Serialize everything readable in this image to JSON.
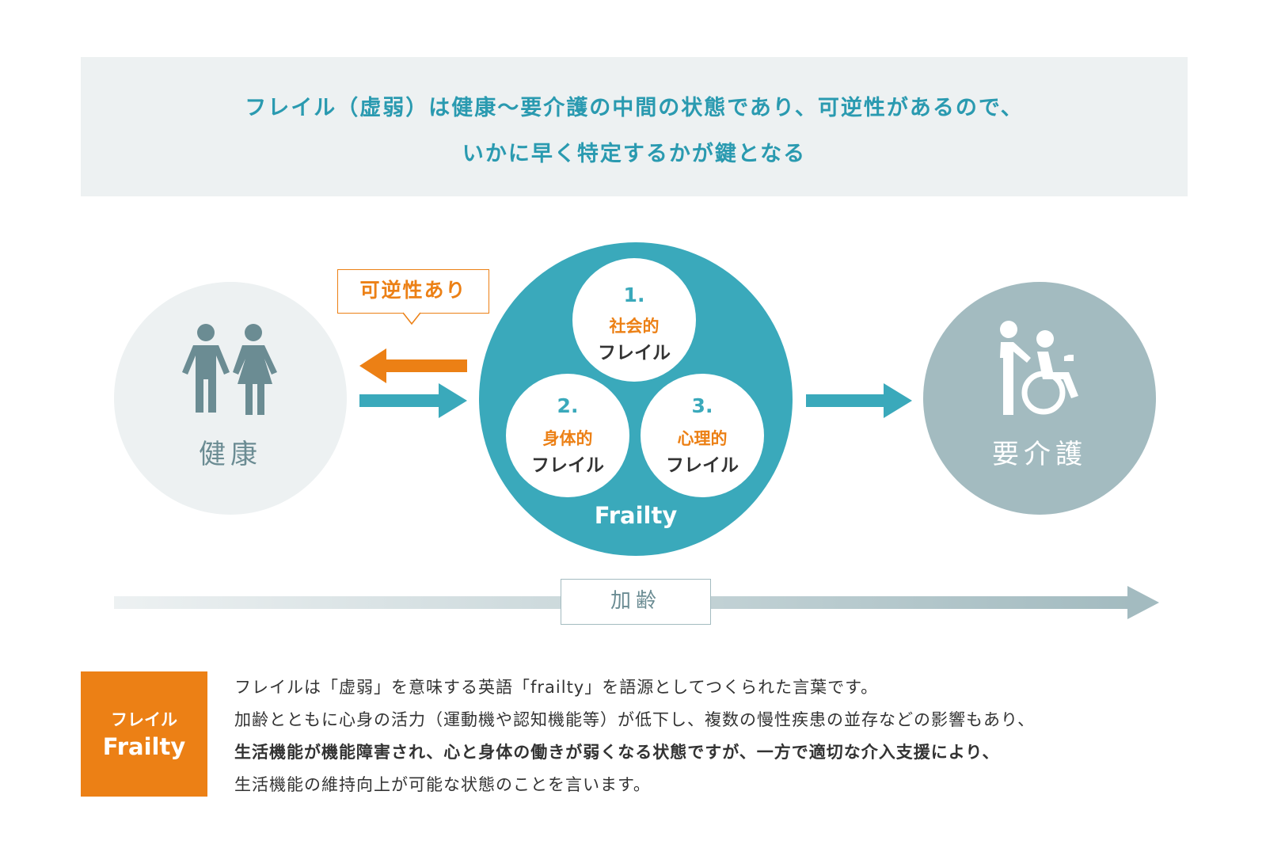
{
  "banner": {
    "line1": "フレイル（虚弱）は健康〜要介護の中間の状態であり、可逆性があるので、",
    "line2": "いかに早く特定するかが鍵となる"
  },
  "diagram": {
    "health_label": "健康",
    "care_label": "要介護",
    "reversible_label": "可逆性あり",
    "frailty_label": "Frailty",
    "sub_circles": [
      {
        "number": "1.",
        "type": "社会的",
        "label": "フレイル"
      },
      {
        "number": "2.",
        "type": "身体的",
        "label": "フレイル"
      },
      {
        "number": "3.",
        "type": "心理的",
        "label": "フレイル"
      }
    ],
    "aging_label": "加齢"
  },
  "definition": {
    "badge_ja": "フレイル",
    "badge_en": "Frailty",
    "lines": [
      "フレイルは「虚弱」を意味する英語「frailty」を語源としてつくられた言葉です。",
      "加齢とともに心身の活力（運動機や認知機能等）が低下し、複数の慢性疾患の並存などの影響もあり、",
      "生活機能が機能障害され、心と身体の働きが弱くなる状態ですが、一方で適切な介入支援により、",
      "生活機能の維持向上が可能な状態のことを言います。"
    ]
  },
  "colors": {
    "teal": "#3aa9bb",
    "orange": "#ec8015",
    "grey_blue": "#a3bbc0",
    "light_bg": "#edf1f2"
  }
}
